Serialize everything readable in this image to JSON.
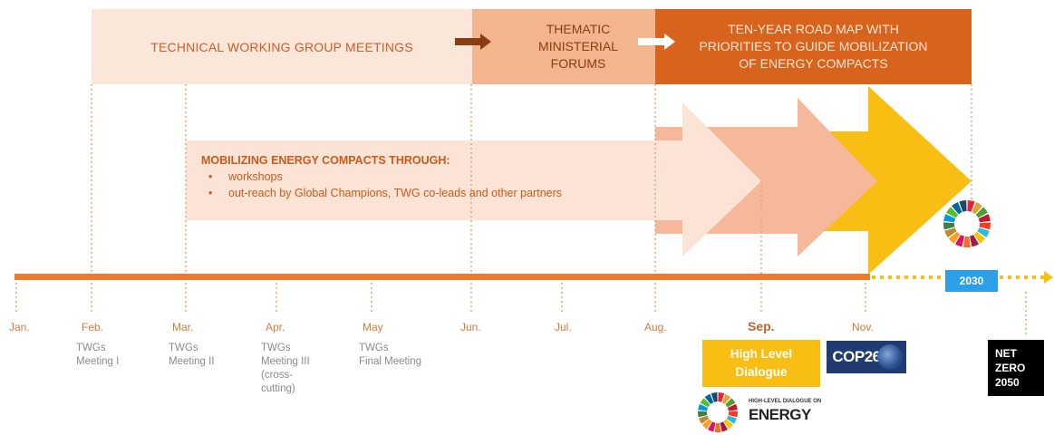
{
  "phases": {
    "twg": "TECHNICAL WORKING GROUP MEETINGS",
    "forums_lines": [
      "THEMATIC",
      "MINISTERIAL",
      "FORUMS"
    ],
    "roadmap_lines": [
      "TEN-YEAR ROAD MAP WITH",
      "PRIORITIES TO GUIDE MOBILIZATION",
      "OF ENERGY COMPACTS"
    ]
  },
  "mobilizing": {
    "heading": "MOBILIZING ENERGY COMPACTS THROUGH:",
    "bullet": "•",
    "items": [
      "workshops",
      "out-reach by Global Champions, TWG co-leads and other partners"
    ]
  },
  "months": [
    "Jan.",
    "Feb.",
    "Mar.",
    "Apr.",
    "May",
    "Jun.",
    "Jul.",
    "Aug.",
    "Sep.",
    "Nov."
  ],
  "meetings": {
    "feb": [
      "TWGs",
      "Meeting I"
    ],
    "mar": [
      "TWGs",
      "Meeting II"
    ],
    "apr": [
      "TWGs",
      "Meeting III",
      "(cross-",
      "cutting)"
    ],
    "may": [
      "TWGs",
      "Final Meeting"
    ]
  },
  "events": {
    "hld_lines": [
      "High Level",
      "Dialogue"
    ],
    "cop": "COP26",
    "year_2030": "2030",
    "net_zero_lines": [
      "NET",
      "ZERO",
      "2050"
    ],
    "hld_logo_top": "HIGH-LEVEL DIALOGUE ON",
    "hld_logo_word": "ENERGY"
  },
  "colors": {
    "timeline": "#ee7a2d",
    "band_light": "#fbe6da",
    "band_mid": "#f4b48e",
    "band_dark": "#d7631d",
    "arrow_yellow": "#f8be14",
    "accent_blue": "#2c9fe8",
    "sdg_wheel": [
      "#e5243b",
      "#dda63a",
      "#4c9f38",
      "#c5192d",
      "#ff3a21",
      "#26bde2",
      "#fcc30b",
      "#a21942",
      "#fd6925",
      "#dd1367",
      "#fd9d24",
      "#bf8b2e",
      "#3f7e44",
      "#0a97d9",
      "#56c02b",
      "#00689d",
      "#19486a"
    ]
  }
}
